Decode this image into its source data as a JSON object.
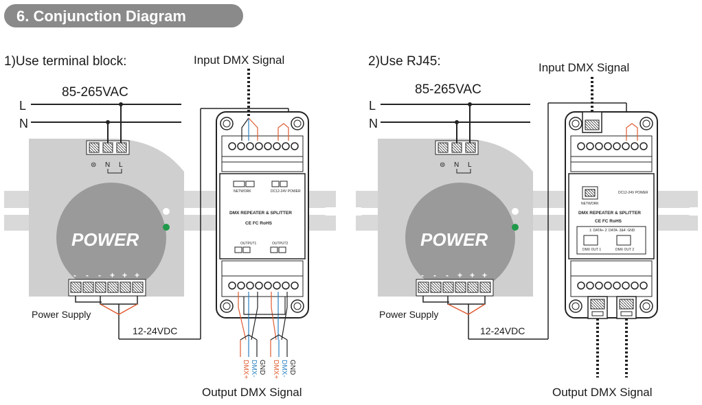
{
  "title": "6. Conjunction Diagram",
  "section1": {
    "heading": "1)Use terminal block:",
    "input_signal": "Input DMX Signal",
    "ac_voltage": "85-265VAC",
    "line_l": "L",
    "line_n": "N",
    "psu_label": "POWER",
    "psu_caption": "Power Supply",
    "dc_voltage": "12-24VDC",
    "output_signal": "Output DMX Signal",
    "terminal_labels": [
      "⊜",
      "N",
      "L"
    ],
    "polarity_labels": [
      "-",
      "-",
      "-",
      "+",
      "+",
      "+"
    ],
    "output_wire_labels": [
      "DMX+",
      "DMX-",
      "GND",
      "DMX+",
      "DMX-",
      "GND"
    ],
    "module": {
      "name": "DMX REPEATER & SPLITTER",
      "certs": "CE FC RoHS",
      "network": "NETWORK",
      "power_in": "DC12-24V POWER",
      "out1": "OUTPUT1",
      "out2": "OUTPUT2"
    }
  },
  "section2": {
    "heading": "2)Use RJ45:",
    "input_signal": "Input DMX Signal",
    "ac_voltage": "85-265VAC",
    "line_l": "L",
    "line_n": "N",
    "psu_label": "POWER",
    "psu_caption": "Power Supply",
    "dc_voltage": "12-24VDC",
    "output_signal": "Output DMX Signal",
    "terminal_labels": [
      "⊜",
      "N",
      "L"
    ],
    "polarity_labels": [
      "-",
      "-",
      "-",
      "+",
      "+",
      "+"
    ],
    "module": {
      "name": "DMX REPEATER & SPLITTER",
      "certs": "CE FC RoHS",
      "network": "NETWORK",
      "power_in": "DC12-24V POWER",
      "port_header": "1: DATA+ 2: DATA- 3&4: GND",
      "out1": "DMX OUT 1",
      "out2": "DMX OUT 2"
    }
  },
  "colors": {
    "title_bg": "#8a8a8a",
    "rail": "#d9d9d9",
    "psu_body": "#cfcfcf",
    "psu_circle": "#9a9a9a",
    "wire_red": "#e05a30",
    "wire_blue": "#2a7fc0",
    "led_green": "#1f9a4a"
  }
}
